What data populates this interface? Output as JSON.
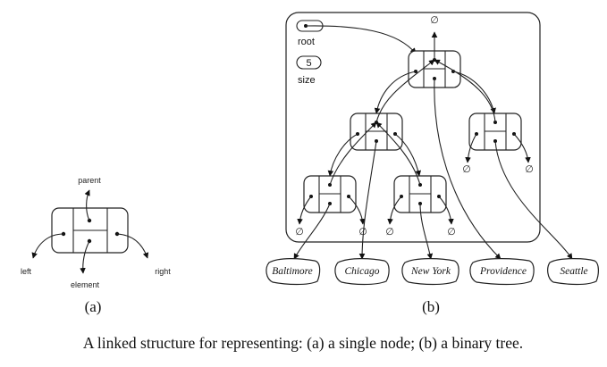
{
  "node_diagram": {
    "labels": {
      "parent": "parent",
      "left": "left",
      "element": "element",
      "right": "right"
    },
    "sublabel": "(a)"
  },
  "tree_diagram": {
    "root_label": "root",
    "size_label": "size",
    "size_value": "5",
    "null_symbol": "∅",
    "elements": [
      "Baltimore",
      "Chicago",
      "New York",
      "Providence",
      "Seattle"
    ],
    "sublabel": "(b)"
  },
  "caption": "A linked structure for representing: (a) a single node; (b) a binary tree."
}
